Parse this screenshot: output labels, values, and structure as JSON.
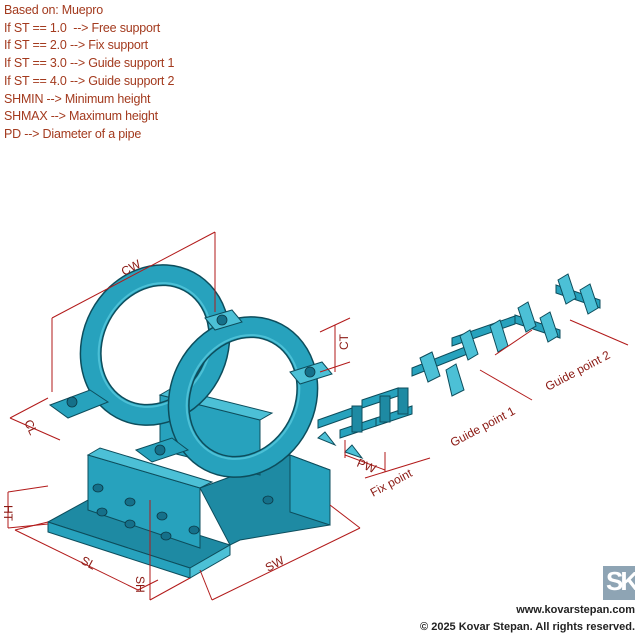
{
  "notes": [
    "Based on: Muepro",
    "If ST == 1.0  --> Free support",
    "If ST == 2.0 --> Fix support",
    "If ST == 3.0 --> Guide support 1",
    "If ST == 4.0 --> Guide support 2",
    "SHMIN --> Minimum height",
    "SHMAX --> Maximum height",
    "PD --> Diameter of a pipe"
  ],
  "dimensions": {
    "cw": "CW",
    "ct": "CT",
    "cl": "CL",
    "pw": "PW",
    "ht": "HT",
    "sl": "SL",
    "sh": "SH",
    "sw": "SW"
  },
  "labels": {
    "fix_point": "Fix point",
    "guide_point_1": "Guide point 1",
    "guide_point_2": "Guide point 2"
  },
  "footer": {
    "logo": "SK",
    "site": "www.kovarstepan.com",
    "copyright": "© 2025 Kovar Stepan. All rights reserved."
  },
  "colors": {
    "part": "#27a2bd",
    "dimension": "#b21a1a",
    "text": "#a33a1e"
  }
}
